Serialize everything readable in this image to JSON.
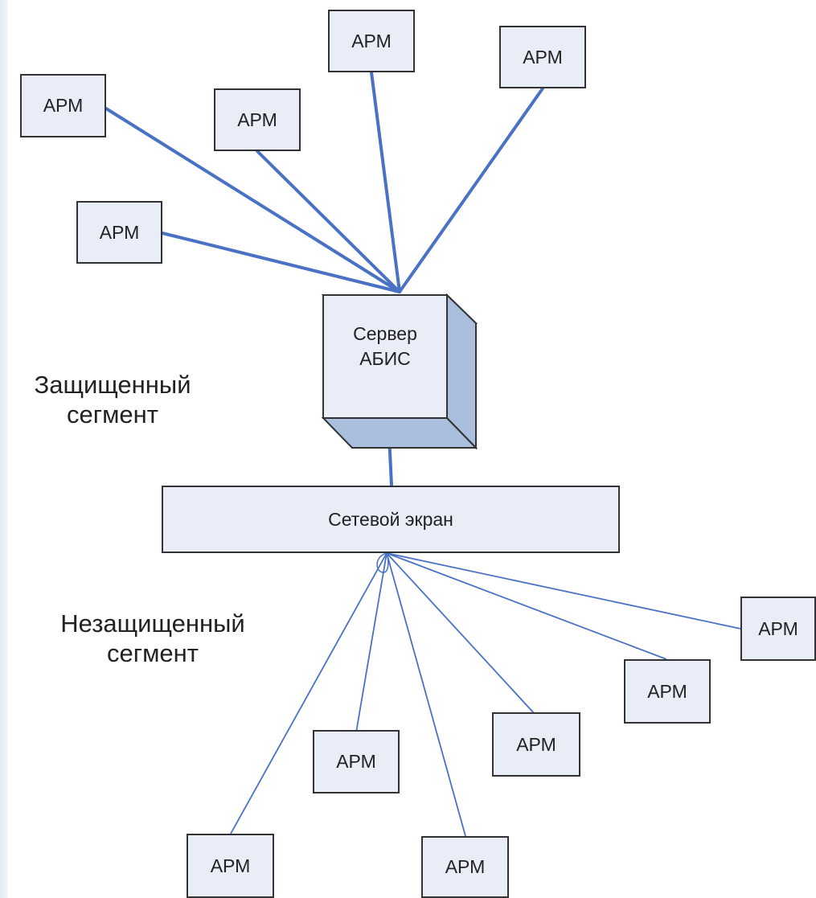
{
  "colors": {
    "box_fill": "#e8edf8",
    "box_border": "#333333",
    "server_side": "#a9bfdd",
    "link_color": "#4a72c4",
    "text": "#222222"
  },
  "protected_segment": {
    "label_line1": "Защищенный",
    "label_line2": "сегмент",
    "workstations": [
      "АРМ",
      "АРМ",
      "АРМ",
      "АРМ",
      "АРМ"
    ]
  },
  "server": {
    "label_line1": "Сервер",
    "label_line2": "АБИС"
  },
  "firewall": {
    "label": "Сетевой экран"
  },
  "unprotected_segment": {
    "label_line1": "Незащищенный",
    "label_line2": "сегмент",
    "workstations": [
      "АРМ",
      "АРМ",
      "АРМ",
      "АРМ",
      "АРМ",
      "АРМ"
    ]
  }
}
